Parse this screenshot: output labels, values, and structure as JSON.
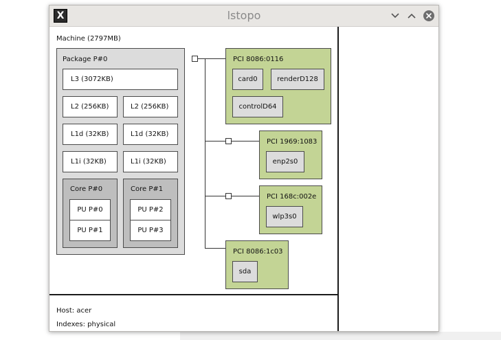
{
  "window": {
    "title": "lstopo",
    "app_icon_glyph": "X",
    "controls": {
      "minimize": "chevron-down-icon",
      "maximize": "chevron-up-icon",
      "close": "close-icon"
    }
  },
  "machine": {
    "label": "Machine (2797MB)",
    "package": {
      "label": "Package P#0",
      "l3": "L3 (3072KB)",
      "l2": [
        "L2 (256KB)",
        "L2 (256KB)"
      ],
      "l1d": [
        "L1d (32KB)",
        "L1d (32KB)"
      ],
      "l1i": [
        "L1i (32KB)",
        "L1i (32KB)"
      ],
      "cores": [
        {
          "label": "Core P#0",
          "pus": [
            "PU P#0",
            "PU P#1"
          ]
        },
        {
          "label": "Core P#1",
          "pus": [
            "PU P#2",
            "PU P#3"
          ]
        }
      ]
    }
  },
  "pci": [
    {
      "label": "PCI 8086:0116",
      "devices": [
        "card0",
        "renderD128",
        "controlD64"
      ]
    },
    {
      "label": "PCI 1969:1083",
      "devices": [
        "enp2s0"
      ]
    },
    {
      "label": "PCI 168c:002e",
      "devices": [
        "wlp3s0"
      ]
    },
    {
      "label": "PCI 8086:1c03",
      "devices": [
        "sda"
      ]
    }
  ],
  "footer": {
    "host": "Host: acer",
    "indexes": "Indexes: physical"
  },
  "colors": {
    "pci_green": "#c3d495",
    "package_gray": "#dcdcdc",
    "core_gray": "#bebebe"
  }
}
